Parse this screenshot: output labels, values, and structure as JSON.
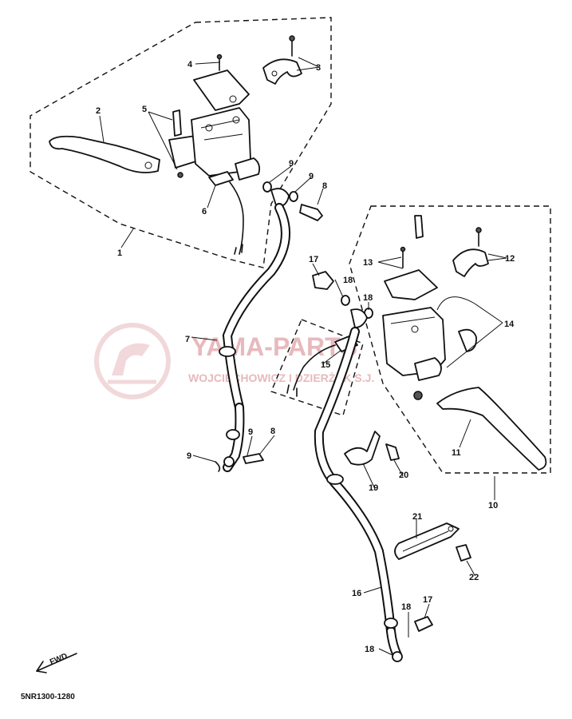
{
  "diagram": {
    "code": "5NR1300-1280",
    "direction_label": "FWD",
    "watermark": {
      "line1": "YAMA-PARTS",
      "line2": "WOJCIECHOWICZ I DZIERŻAK S.J."
    },
    "colors": {
      "ink": "#111111",
      "watermark": "#e7b9bd"
    },
    "callouts": [
      "1",
      "2",
      "3",
      "4",
      "5",
      "6",
      "7",
      "8",
      "9",
      "10",
      "11",
      "12",
      "13",
      "14",
      "15",
      "16",
      "17",
      "18",
      "19",
      "20",
      "21",
      "22"
    ]
  }
}
